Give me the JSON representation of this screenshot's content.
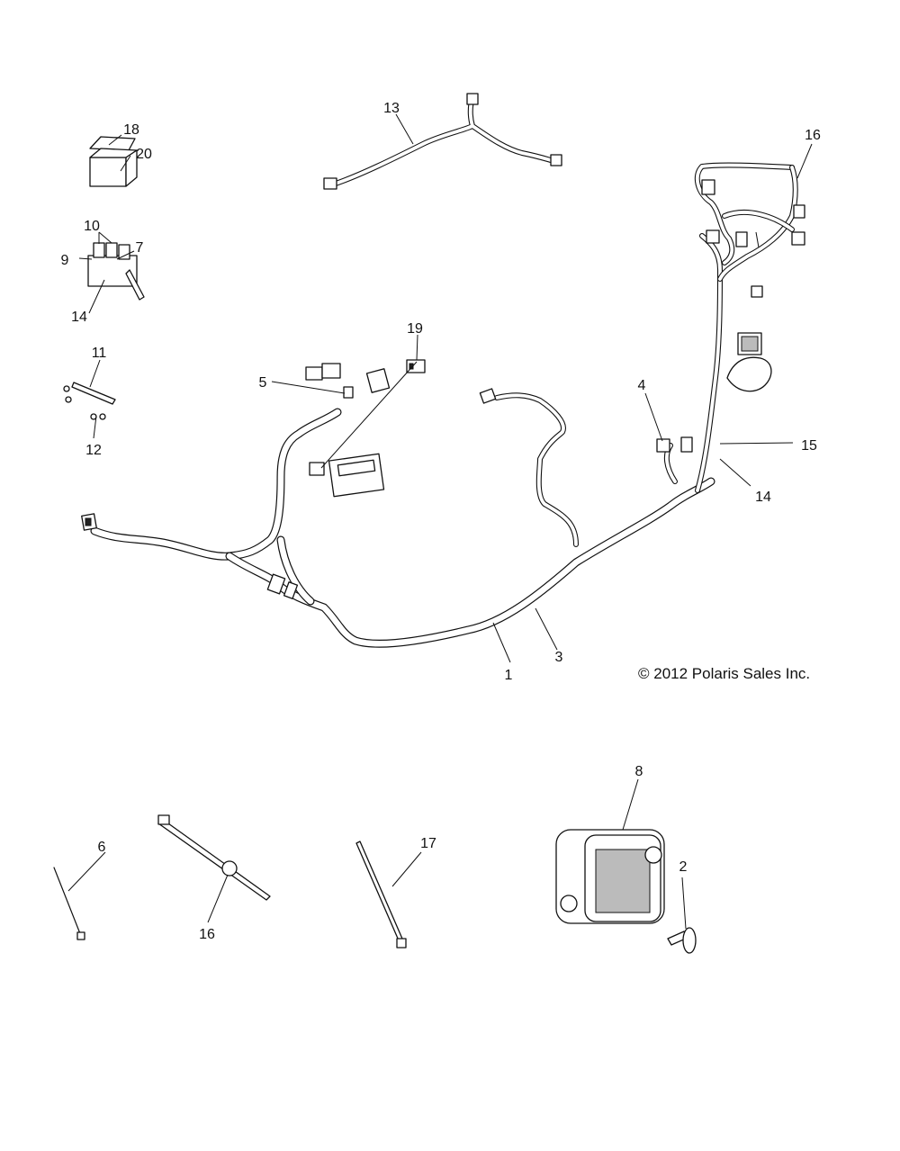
{
  "copyright": "© 2012 Polaris Sales Inc.",
  "callouts": {
    "c1": "1",
    "c2": "2",
    "c3": "3",
    "c4": "4",
    "c5": "5",
    "c6": "6",
    "c7": "7",
    "c8": "8",
    "c9": "9",
    "c10": "10",
    "c11": "11",
    "c12": "12",
    "c13": "13",
    "c14a": "14",
    "c14b": "14",
    "c15": "15",
    "c16a": "16",
    "c16b": "16",
    "c17": "17",
    "c18": "18",
    "c19": "19",
    "c20": "20"
  }
}
